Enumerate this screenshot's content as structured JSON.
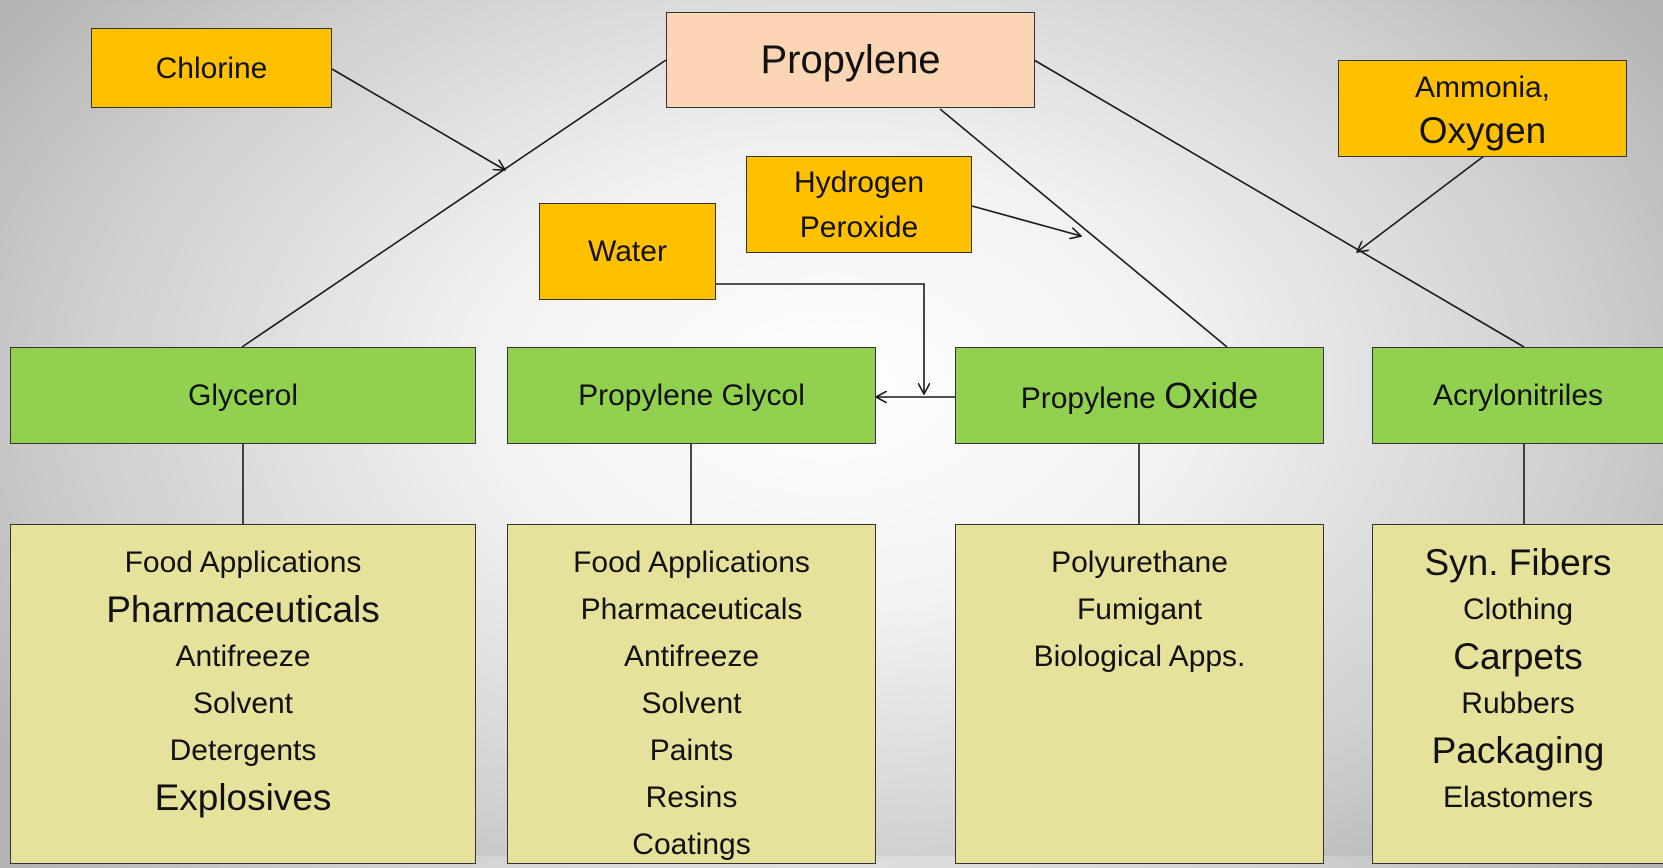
{
  "root": {
    "label": "Propylene"
  },
  "reagents": {
    "chlorine": "Chlorine",
    "water": "Water",
    "hydrogen_peroxide": [
      "Hydrogen",
      "Peroxide"
    ],
    "ammonia_oxygen": [
      "Ammonia,",
      "Oxygen"
    ]
  },
  "products": {
    "glycerol": "Glycerol",
    "propylene_glycol": "Propylene Glycol",
    "propylene_oxide": {
      "word1": "Propylene",
      "word2": "Oxide"
    },
    "acrylonitriles": "Acrylonitriles"
  },
  "applications": {
    "glycerol": [
      "Food Applications",
      "Pharmaceuticals",
      "Antifreeze",
      "Solvent",
      "Detergents",
      "Explosives"
    ],
    "propylene_glycol": [
      "Food Applications",
      "Pharmaceuticals",
      "Antifreeze",
      "Solvent",
      "Paints",
      "Resins",
      "Coatings"
    ],
    "propylene_oxide": [
      "Polyurethane",
      "Fumigant",
      "Biological Apps."
    ],
    "acrylonitriles": [
      "Syn. Fibers",
      "Clothing",
      "Carpets",
      "Rubbers",
      "Packaging",
      "Elastomers"
    ]
  },
  "colors": {
    "root_fill": "#fcd5b5",
    "reagent_fill": "#ffc000",
    "product_fill": "#92d050",
    "application_fill": "#e6e29c",
    "line": "#1a1a1a"
  }
}
